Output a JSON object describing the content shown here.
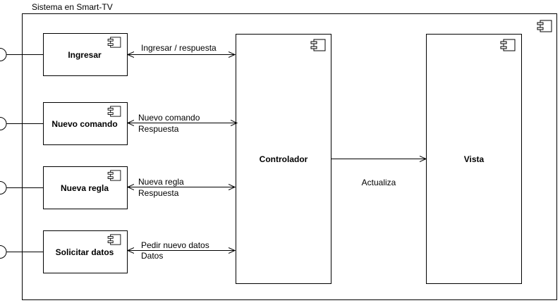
{
  "diagram": {
    "system_title": "Sistema en Smart-TV",
    "components": {
      "ingresar": "Ingresar",
      "nuevo_comando": "Nuevo comando",
      "nueva_regla": "Nueva regla",
      "solicitar_datos": "Solicitar datos",
      "controlador": "Controlador",
      "vista": "Vista"
    },
    "connectors": {
      "ingresar_top": "Ingresar / respuesta",
      "nuevo_comando_top": "Nuevo comando",
      "nuevo_comando_bottom": "Respuesta",
      "nueva_regla_top": "Nueva regla",
      "nueva_regla_bottom": "Respuesta",
      "solicitar_top": "Pedir nuevo datos",
      "solicitar_bottom": "Datos",
      "actualiza": "Actualiza"
    }
  }
}
